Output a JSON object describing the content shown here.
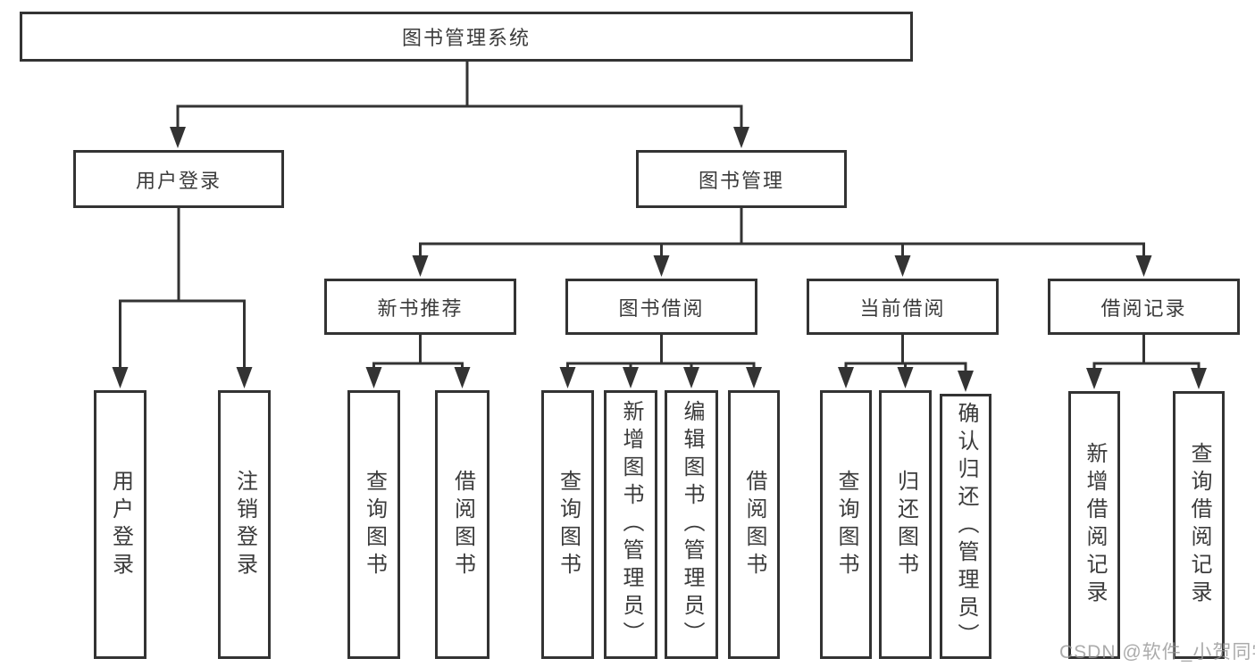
{
  "tree": {
    "root": "图书管理系统",
    "branches": [
      {
        "label": "用户登录",
        "children": [
          "用户登录",
          "注销登录"
        ]
      },
      {
        "label": "图书管理",
        "groups": [
          {
            "label": "新书推荐",
            "children": [
              "查询图书",
              "借阅图书"
            ]
          },
          {
            "label": "图书借阅",
            "children": [
              "查询图书",
              "新增图书（管理员）",
              "编辑图书（管理员）",
              "借阅图书"
            ]
          },
          {
            "label": "当前借阅",
            "children": [
              "查询图书",
              "归还图书",
              "确认归还（管理员）"
            ]
          },
          {
            "label": "借阅记录",
            "children": [
              "新增借阅记录",
              "查询借阅记录"
            ]
          }
        ]
      }
    ]
  },
  "watermark": {
    "text": "CSDN @软件_小贺同学"
  },
  "colors": {
    "line": "#333333",
    "node_border": "#333333",
    "text": "#3b3b3b",
    "background": "#ffffff",
    "watermark": "#969696"
  }
}
